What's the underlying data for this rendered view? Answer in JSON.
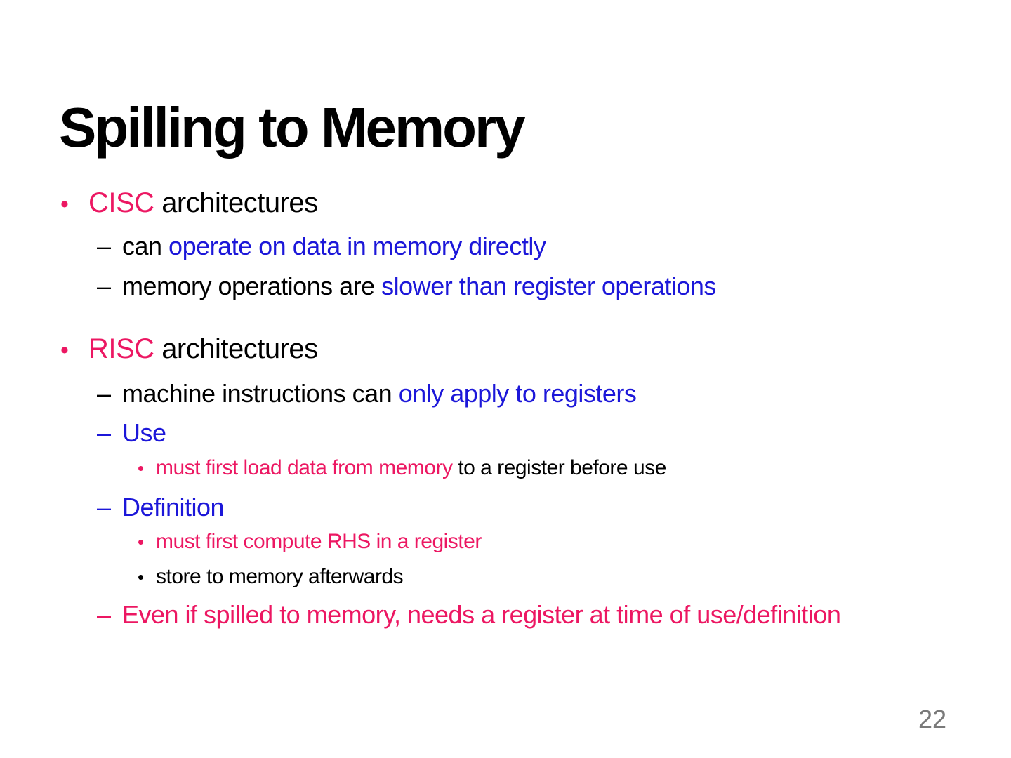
{
  "slide": {
    "title": "Spilling to Memory",
    "page_number": "22",
    "markers": {
      "bullet": "•",
      "dash": "–"
    },
    "colors": {
      "accent_pink": "#ec1762",
      "accent_blue": "#1c17d9",
      "text_black": "#000000",
      "page_number_gray": "#7a7a7a",
      "background": "#ffffff"
    },
    "lines": [
      {
        "level": 1,
        "marker_color": "pink",
        "segments": [
          {
            "text": "CISC ",
            "color": "pink"
          },
          {
            "text": "architectures",
            "color": "black"
          }
        ]
      },
      {
        "level": 2,
        "marker_color": "black",
        "segments": [
          {
            "text": "can ",
            "color": "black"
          },
          {
            "text": "operate on data in memory directly",
            "color": "blue"
          }
        ]
      },
      {
        "level": 2,
        "marker_color": "black",
        "segments": [
          {
            "text": "memory operations are ",
            "color": "black"
          },
          {
            "text": "slower than register operations",
            "color": "blue"
          }
        ]
      },
      {
        "level": 1,
        "marker_color": "pink",
        "segments": [
          {
            "text": "RISC ",
            "color": "pink"
          },
          {
            "text": "architectures",
            "color": "black"
          }
        ]
      },
      {
        "level": 2,
        "marker_color": "black",
        "segments": [
          {
            "text": "machine instructions can ",
            "color": "black"
          },
          {
            "text": "only apply to registers",
            "color": "blue"
          }
        ]
      },
      {
        "level": 2,
        "marker_color": "blue",
        "segments": [
          {
            "text": "Use",
            "color": "blue"
          }
        ]
      },
      {
        "level": 3,
        "marker_color": "pink",
        "segments": [
          {
            "text": "must first load data from memory ",
            "color": "pink"
          },
          {
            "text": "to a register before use",
            "color": "black"
          }
        ]
      },
      {
        "level": 2,
        "marker_color": "blue",
        "segments": [
          {
            "text": "Definition",
            "color": "blue"
          }
        ]
      },
      {
        "level": 3,
        "marker_color": "pink",
        "segments": [
          {
            "text": "must first compute RHS in a register",
            "color": "pink"
          }
        ]
      },
      {
        "level": 3,
        "marker_color": "black",
        "segments": [
          {
            "text": "store to memory afterwards",
            "color": "black"
          }
        ]
      },
      {
        "level": 2,
        "marker_color": "pink",
        "segments": [
          {
            "text": "Even if spilled to memory, needs a register at time of use/definition",
            "color": "pink"
          }
        ]
      }
    ]
  }
}
